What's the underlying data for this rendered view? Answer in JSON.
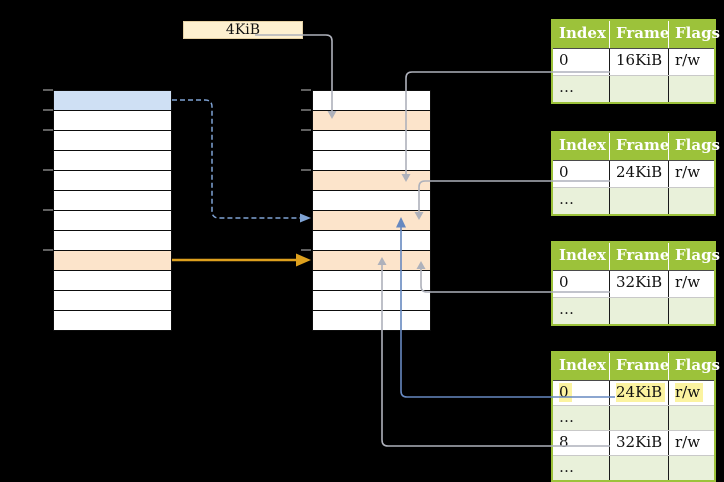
{
  "page_size_label": "4KiB",
  "colors": {
    "background": "#000000",
    "header_green": "#9cc23a",
    "row_light_green": "#e9f1da",
    "row_blue": "#cfe0f4",
    "row_orange": "#fce4cb",
    "label_box_fill": "#fdf0d0",
    "highlight_yellow": "#fbf3a0",
    "arrow_gray": "#aeb1bb",
    "arrow_blue": "#6688c0",
    "arrow_blue_dashed": "#7fa3d4",
    "arrow_orange": "#dda01e"
  },
  "virtual_page_table": {
    "rows": 12,
    "blue_rows": [
      0
    ],
    "orange_rows": [
      8
    ]
  },
  "physical_memory_table": {
    "rows": 12,
    "blue_rows": [],
    "orange_rows": [
      1,
      4,
      6,
      8
    ]
  },
  "frame_tables": [
    {
      "headers": [
        "Index",
        "Frame",
        "Flags"
      ],
      "rows": [
        {
          "index": "0",
          "frame": "16KiB",
          "flags": "r/w"
        },
        {
          "index": "…",
          "frame": "",
          "flags": ""
        }
      ]
    },
    {
      "headers": [
        "Index",
        "Frame",
        "Flags"
      ],
      "rows": [
        {
          "index": "0",
          "frame": "24KiB",
          "flags": "r/w"
        },
        {
          "index": "…",
          "frame": "",
          "flags": ""
        }
      ]
    },
    {
      "headers": [
        "Index",
        "Frame",
        "Flags"
      ],
      "rows": [
        {
          "index": "0",
          "frame": "32KiB",
          "flags": "r/w"
        },
        {
          "index": "…",
          "frame": "",
          "flags": ""
        }
      ]
    },
    {
      "headers": [
        "Index",
        "Frame",
        "Flags"
      ],
      "rows": [
        {
          "index": "0",
          "frame": "24KiB",
          "flags": "r/w",
          "highlighted": true
        },
        {
          "index": "…",
          "frame": "",
          "flags": ""
        },
        {
          "index": "8",
          "frame": "32KiB",
          "flags": "r/w"
        },
        {
          "index": "…",
          "frame": "",
          "flags": ""
        }
      ]
    }
  ]
}
